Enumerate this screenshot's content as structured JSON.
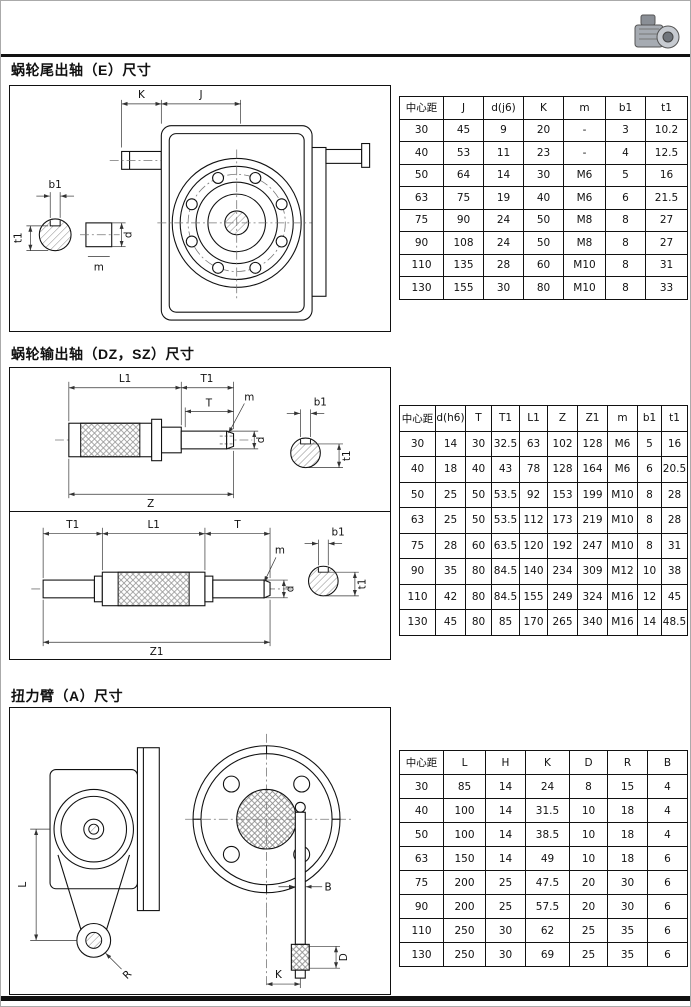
{
  "page": {
    "ink": "#111111",
    "background": "#ffffff"
  },
  "photo": {
    "name": "worm-gearbox-product-photo"
  },
  "sections": [
    {
      "title": "蜗轮尾出轴（E）尺寸",
      "table": {
        "headers": [
          "中心距",
          "J",
          "d(j6)",
          "K",
          "m",
          "b1",
          "t1"
        ],
        "rows": [
          [
            "30",
            "45",
            "9",
            "20",
            "-",
            "3",
            "10.2"
          ],
          [
            "40",
            "53",
            "11",
            "23",
            "-",
            "4",
            "12.5"
          ],
          [
            "50",
            "64",
            "14",
            "30",
            "M6",
            "5",
            "16"
          ],
          [
            "63",
            "75",
            "19",
            "40",
            "M6",
            "6",
            "21.5"
          ],
          [
            "75",
            "90",
            "24",
            "50",
            "M8",
            "8",
            "27"
          ],
          [
            "90",
            "108",
            "24",
            "50",
            "M8",
            "8",
            "27"
          ],
          [
            "110",
            "135",
            "28",
            "60",
            "M10",
            "8",
            "31"
          ],
          [
            "130",
            "155",
            "30",
            "80",
            "M10",
            "8",
            "33"
          ]
        ]
      }
    },
    {
      "title": "蜗轮输出轴（DZ，SZ）尺寸",
      "table": {
        "headers": [
          "中心距",
          "d(h6)",
          "T",
          "T1",
          "L1",
          "Z",
          "Z1",
          "m",
          "b1",
          "t1"
        ],
        "rows": [
          [
            "30",
            "14",
            "30",
            "32.5",
            "63",
            "102",
            "128",
            "M6",
            "5",
            "16"
          ],
          [
            "40",
            "18",
            "40",
            "43",
            "78",
            "128",
            "164",
            "M6",
            "6",
            "20.5"
          ],
          [
            "50",
            "25",
            "50",
            "53.5",
            "92",
            "153",
            "199",
            "M10",
            "8",
            "28"
          ],
          [
            "63",
            "25",
            "50",
            "53.5",
            "112",
            "173",
            "219",
            "M10",
            "8",
            "28"
          ],
          [
            "75",
            "28",
            "60",
            "63.5",
            "120",
            "192",
            "247",
            "M10",
            "8",
            "31"
          ],
          [
            "90",
            "35",
            "80",
            "84.5",
            "140",
            "234",
            "309",
            "M12",
            "10",
            "38"
          ],
          [
            "110",
            "42",
            "80",
            "84.5",
            "155",
            "249",
            "324",
            "M16",
            "12",
            "45"
          ],
          [
            "130",
            "45",
            "80",
            "85",
            "170",
            "265",
            "340",
            "M16",
            "14",
            "48.5"
          ]
        ]
      }
    },
    {
      "title": "扭力臂（A）尺寸",
      "table": {
        "headers": [
          "中心距",
          "L",
          "H",
          "K",
          "D",
          "R",
          "B"
        ],
        "rows": [
          [
            "30",
            "85",
            "14",
            "24",
            "8",
            "15",
            "4"
          ],
          [
            "40",
            "100",
            "14",
            "31.5",
            "10",
            "18",
            "4"
          ],
          [
            "50",
            "100",
            "14",
            "38.5",
            "10",
            "18",
            "4"
          ],
          [
            "63",
            "150",
            "14",
            "49",
            "10",
            "18",
            "6"
          ],
          [
            "75",
            "200",
            "25",
            "47.5",
            "20",
            "30",
            "6"
          ],
          [
            "90",
            "200",
            "25",
            "57.5",
            "20",
            "30",
            "6"
          ],
          [
            "110",
            "250",
            "30",
            "62",
            "25",
            "35",
            "6"
          ],
          [
            "130",
            "250",
            "30",
            "69",
            "25",
            "35",
            "6"
          ]
        ]
      }
    }
  ],
  "drawings": {
    "e": {
      "K": "K",
      "J": "J",
      "b1": "b1",
      "t1": "t1",
      "d": "d",
      "m": "m"
    },
    "dz": {
      "L1": "L1",
      "T1": "T1",
      "T": "T",
      "m": "m",
      "d": "d",
      "Z": "Z",
      "b1": "b1",
      "t1": "t1"
    },
    "sz": {
      "T1": "T1",
      "L1": "L1",
      "T": "T",
      "m": "m",
      "d": "d",
      "Z1": "Z1",
      "b1": "b1",
      "t1": "t1"
    },
    "a": {
      "L": "L",
      "R": "R",
      "B": "B",
      "K": "K",
      "D": "D"
    }
  }
}
